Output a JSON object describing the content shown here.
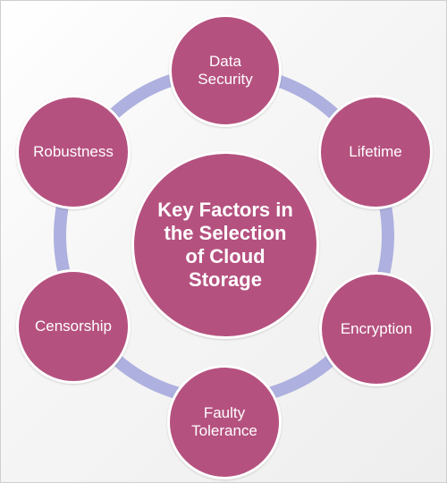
{
  "diagram": {
    "center_label": "Key Factors in\nthe Selection\nof Cloud\nStorage",
    "factors": [
      "Data\nSecurity",
      "Lifetime",
      "Encryption",
      "Faulty\nTolerance",
      "Censorship",
      "Robustness"
    ],
    "colors": {
      "node_fill": "#b5517f",
      "ring": "#aeb0df",
      "node_border": "#ffffff",
      "text": "#ffffff"
    }
  }
}
